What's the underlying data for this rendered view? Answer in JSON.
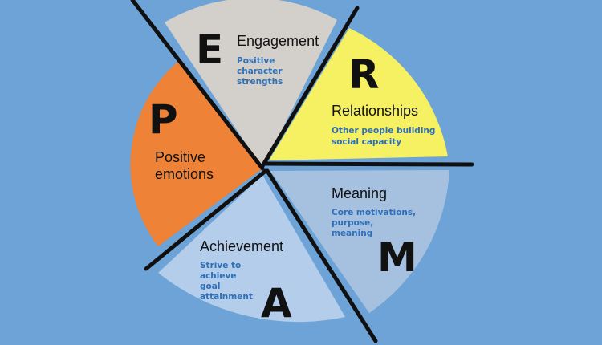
{
  "colors": {
    "background": "#6da3d6",
    "description_text": "#2e6fb8",
    "divider": "#101010"
  },
  "segments": [
    {
      "id": "positive-emotions",
      "letter": "P",
      "title_lines": [
        "Positive",
        "emotions"
      ],
      "description_lines": [],
      "color": "#ee8337"
    },
    {
      "id": "engagement",
      "letter": "E",
      "title_lines": [
        "Engagement"
      ],
      "description_lines": [
        "Positive",
        "character",
        "strengths"
      ],
      "color": "#d3d0cc"
    },
    {
      "id": "relationships",
      "letter": "R",
      "title_lines": [
        "Relationships"
      ],
      "description_lines": [
        "Other people building",
        "social capacity"
      ],
      "color": "#f6f063"
    },
    {
      "id": "meaning",
      "letter": "M",
      "title_lines": [
        "Meaning"
      ],
      "description_lines": [
        "Core motivations,",
        "purpose,",
        "meaning"
      ],
      "color": "#a6c1df"
    },
    {
      "id": "achievement",
      "letter": "A",
      "title_lines": [
        "Achievement"
      ],
      "description_lines": [
        "Strive to",
        "achieve",
        "goal",
        "attainment"
      ],
      "color": "#b3cdea"
    }
  ]
}
